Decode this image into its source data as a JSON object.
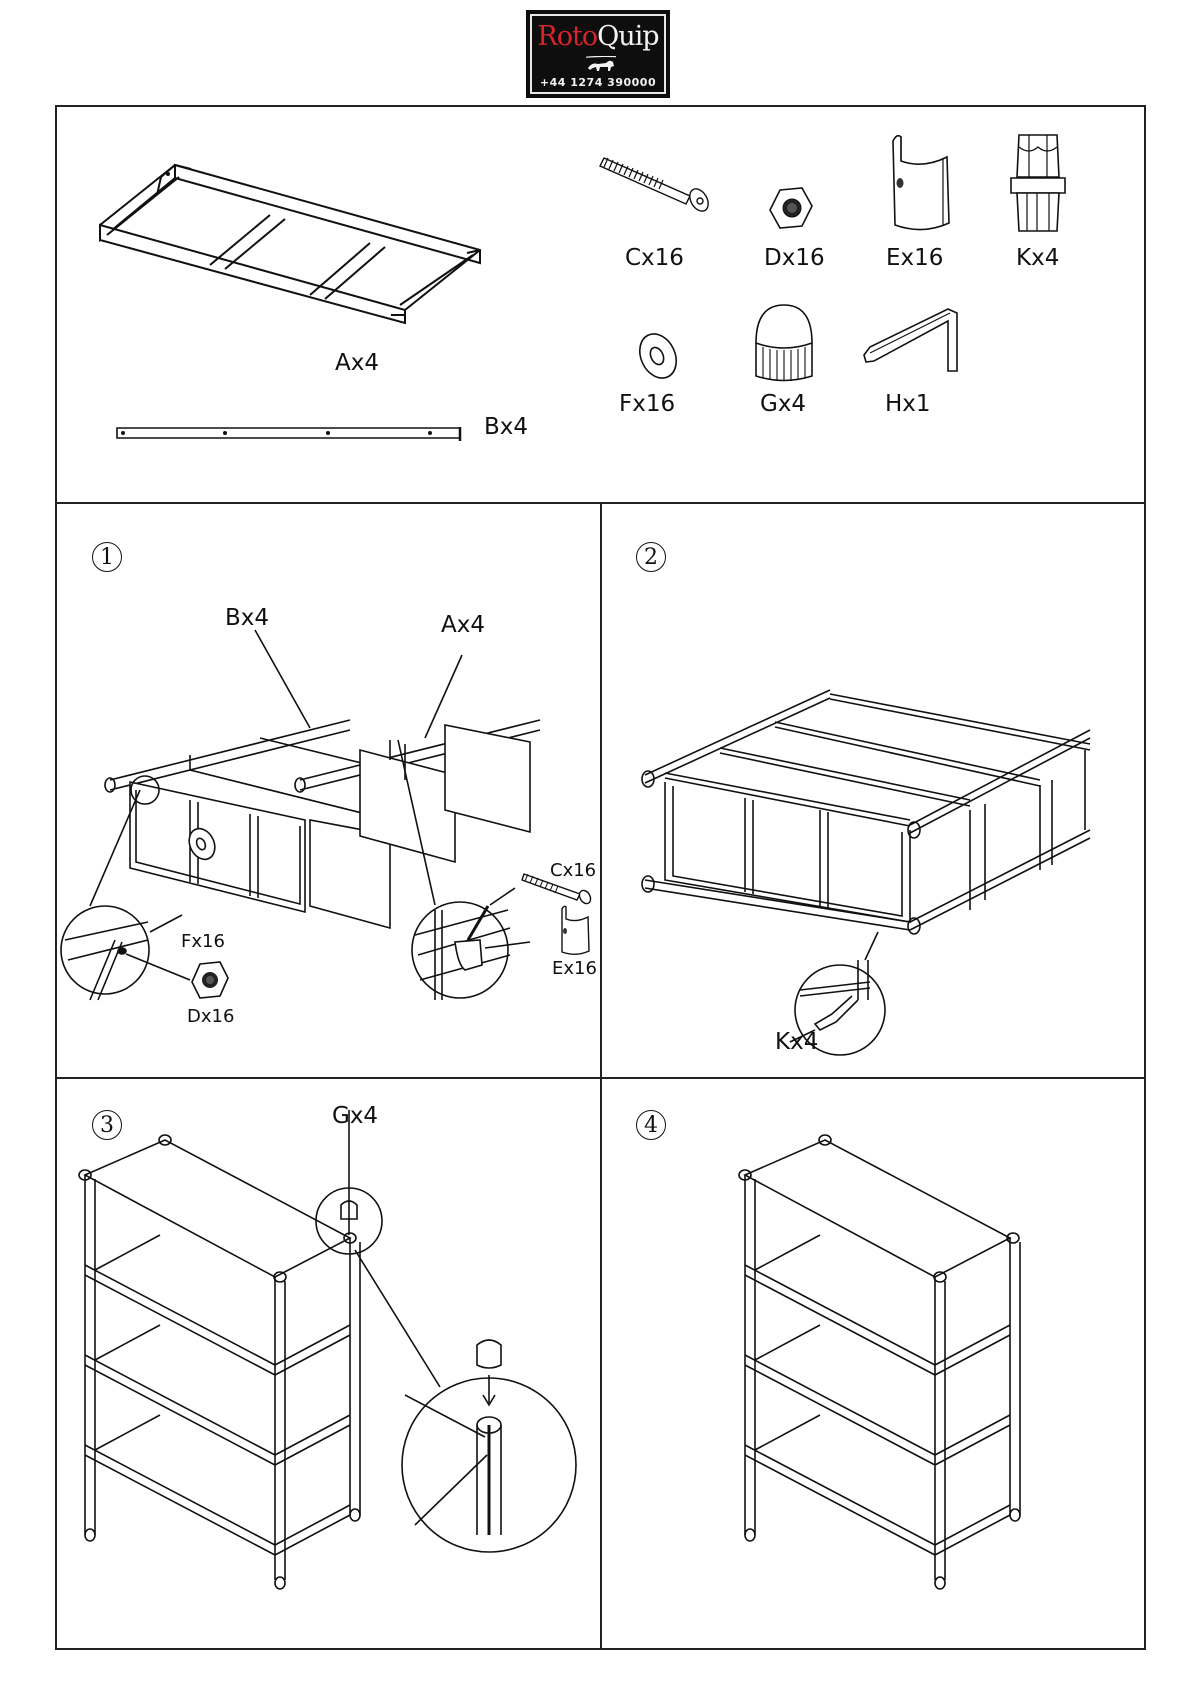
{
  "header": {
    "brand_part1": "Roto",
    "brand_part2": "Quip",
    "phone": "+44 1274 390000",
    "brand_colors": {
      "background": "#0e0e0e",
      "accent": "#d8242c",
      "text": "#f2f2f2"
    }
  },
  "parts": {
    "items": [
      {
        "id": "A",
        "label": "Ax4",
        "name": "shelf-panel",
        "quantity": 4
      },
      {
        "id": "B",
        "label": "Bx4",
        "name": "upright-rod",
        "quantity": 4
      },
      {
        "id": "C",
        "label": "Cx16",
        "name": "bolt",
        "quantity": 16
      },
      {
        "id": "D",
        "label": "Dx16",
        "name": "hex-nut",
        "quantity": 16
      },
      {
        "id": "E",
        "label": "Ex16",
        "name": "clamp-sleeve",
        "quantity": 16
      },
      {
        "id": "K",
        "label": "Kx4",
        "name": "leveling-foot",
        "quantity": 4
      },
      {
        "id": "F",
        "label": "Fx16",
        "name": "washer",
        "quantity": 16
      },
      {
        "id": "G",
        "label": "Gx4",
        "name": "top-cap",
        "quantity": 4
      },
      {
        "id": "H",
        "label": "Hx1",
        "name": "allen-key",
        "quantity": 1
      }
    ]
  },
  "steps": [
    {
      "number": "1",
      "callouts": [
        "Bx4",
        "Ax4",
        "Cx16",
        "Ex16",
        "Fx16",
        "Dx16"
      ]
    },
    {
      "number": "2",
      "callouts": [
        "Kx4"
      ]
    },
    {
      "number": "3",
      "callouts": [
        "Gx4"
      ]
    },
    {
      "number": "4",
      "callouts": []
    }
  ]
}
